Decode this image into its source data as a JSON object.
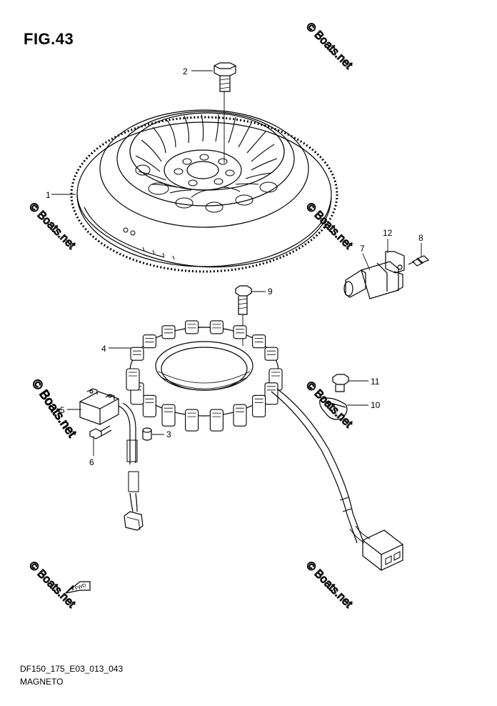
{
  "figure": {
    "title": "FIG.43",
    "code": "DF150_175_E03_013_043",
    "name": "MAGNETO"
  },
  "callouts": [
    {
      "id": "1",
      "part": "flywheel"
    },
    {
      "id": "2",
      "part": "flywheel-bolt"
    },
    {
      "id": "3",
      "part": "dowel-pin"
    },
    {
      "id": "4",
      "part": "stator"
    },
    {
      "id": "5",
      "part": "pulser-coil"
    },
    {
      "id": "6",
      "part": "pulser-screw"
    },
    {
      "id": "7",
      "part": "crank-position-sensor"
    },
    {
      "id": "8",
      "part": "sensor-screw"
    },
    {
      "id": "9",
      "part": "stator-bolt"
    },
    {
      "id": "10",
      "part": "wire-clamp"
    },
    {
      "id": "11",
      "part": "clamp-bolt"
    },
    {
      "id": "12",
      "part": "sensor-bracket"
    }
  ],
  "fwd_label": "FWD",
  "watermark": {
    "text": "© Boats.net",
    "color": "#c8c8c8"
  }
}
